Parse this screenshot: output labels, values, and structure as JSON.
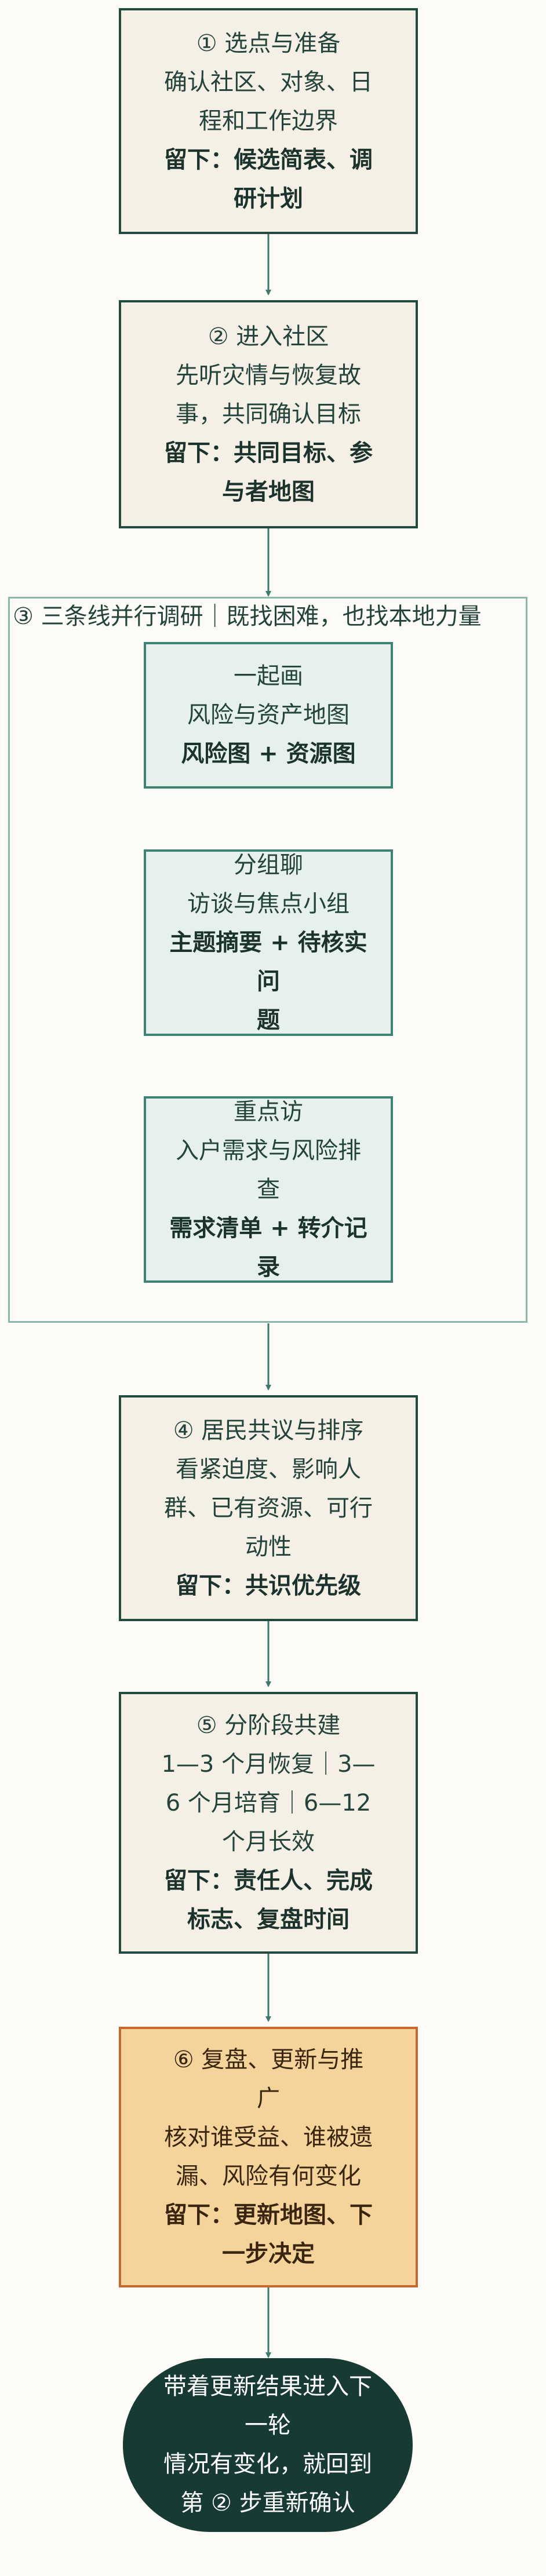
{
  "colors": {
    "background": "#fcfbf7",
    "step_fill": "#f5f0e6",
    "step_border": "#234a3f",
    "inner_fill": "#e6f1ec",
    "inner_border": "#3d8272",
    "group_border": "#8ab8ab",
    "final_fill": "#f4d49b",
    "final_border": "#c5692c",
    "end_fill": "#173a33",
    "arrow": "#3d7a6d"
  },
  "steps": [
    {
      "title": "① 选点与准备",
      "desc1": "确认社区、对象、日",
      "desc2": "程和工作边界",
      "out1": "留下：候选简表、调",
      "out2": "研计划"
    },
    {
      "title": "② 进入社区",
      "desc1": "先听灾情与恢复故",
      "desc2": "事，共同确认目标",
      "out1": "留下：共同目标、参",
      "out2": "与者地图"
    },
    {
      "title": "④ 居民共议与排序",
      "desc1": "看紧迫度、影响人",
      "desc2": "群、已有资源、可行",
      "desc3": "动性",
      "out1": "留下：共识优先级"
    },
    {
      "title": "⑤ 分阶段共建",
      "desc1": "1—3 个月恢复｜3—",
      "desc2": "6 个月培育｜6—12",
      "desc3": "个月长效",
      "out1": "留下：责任人、完成",
      "out2": "标志、复盘时间"
    },
    {
      "title": "⑥ 复盘、更新与推",
      "title2": "广",
      "desc1": "核对谁受益、谁被遗",
      "desc2": "漏、风险有何变化",
      "out1": "留下：更新地图、下",
      "out2": "一步决定"
    }
  ],
  "group": {
    "title": "③ 三条线并行调研｜既找困难，也找本地力量",
    "items": [
      {
        "name": "一起画",
        "desc": "风险与资产地图",
        "out1": "风险图 + 资源图"
      },
      {
        "name": "分组聊",
        "desc": "访谈与焦点小组",
        "out1": "主题摘要 + 待核实问",
        "out2": "题"
      },
      {
        "name": "重点访",
        "desc": "入户需求与风险排查",
        "out1": "需求清单 + 转介记录"
      }
    ]
  },
  "end": {
    "line1": "带着更新结果进入下",
    "line2": "一轮",
    "line3": "情况有变化，就回到",
    "line4": "第 ② 步重新确认"
  }
}
